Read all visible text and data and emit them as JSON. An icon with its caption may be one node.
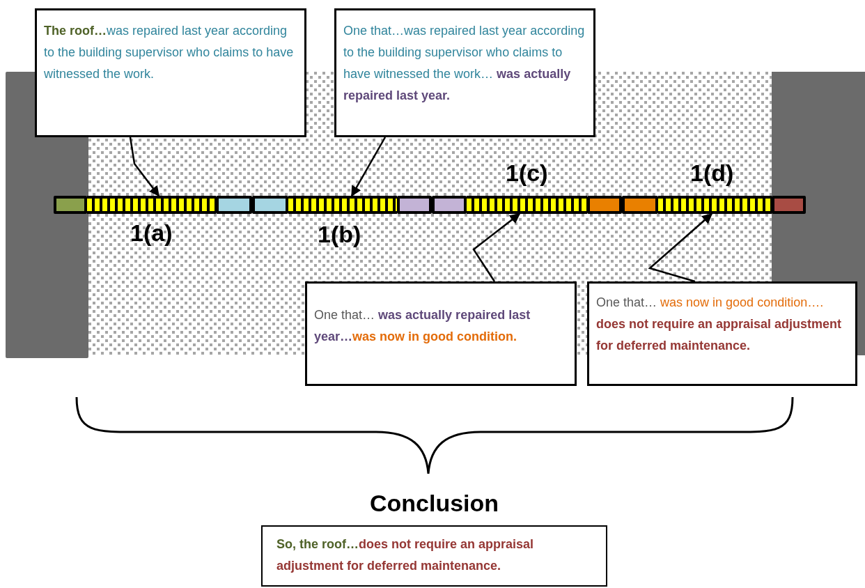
{
  "diagram": {
    "nodes": [
      {
        "text": [
          "**The roof…**was repaired last year according to the building supervisor who claims to have witnessed the work."
        ]
      },
      {
        "text": [
          "One that…was repaired last year according to the building supervisor who claims to have witnessed the work… **was actually repaired last year.**"
        ]
      },
      {
        "text": [
          "*One that…* **was actually repaired last year…**was now in good condition."
        ]
      },
      {
        "text": [
          "*One that…* was now in good condition…. **does not require an appraisal adjustment for deferred maintenance.**"
        ]
      },
      {
        "text": [
          "Conclusion",
          "**So, the roof…**does not require an appraisal adjustment for deferred maintenance."
        ]
      },
      {
        "text": [],
        "shape": "bar",
        "beside": [
          "1(a)"
        ]
      },
      {
        "text": [],
        "shape": "bar",
        "beside": [
          "1(b)"
        ]
      },
      {
        "text": [],
        "shape": "bar",
        "beside": [
          "1(c)"
        ]
      },
      {
        "text": [],
        "shape": "bar",
        "beside": [
          "1(d)"
        ]
      }
    ],
    "edges": [
      {
        "from": 0,
        "to": 5,
        "arrow": "to"
      },
      {
        "from": 1,
        "to": 6,
        "arrow": "to"
      },
      {
        "from": 2,
        "to": 7,
        "arrow": "to"
      },
      {
        "from": 3,
        "to": 8,
        "arrow": "to"
      }
    ]
  }
}
